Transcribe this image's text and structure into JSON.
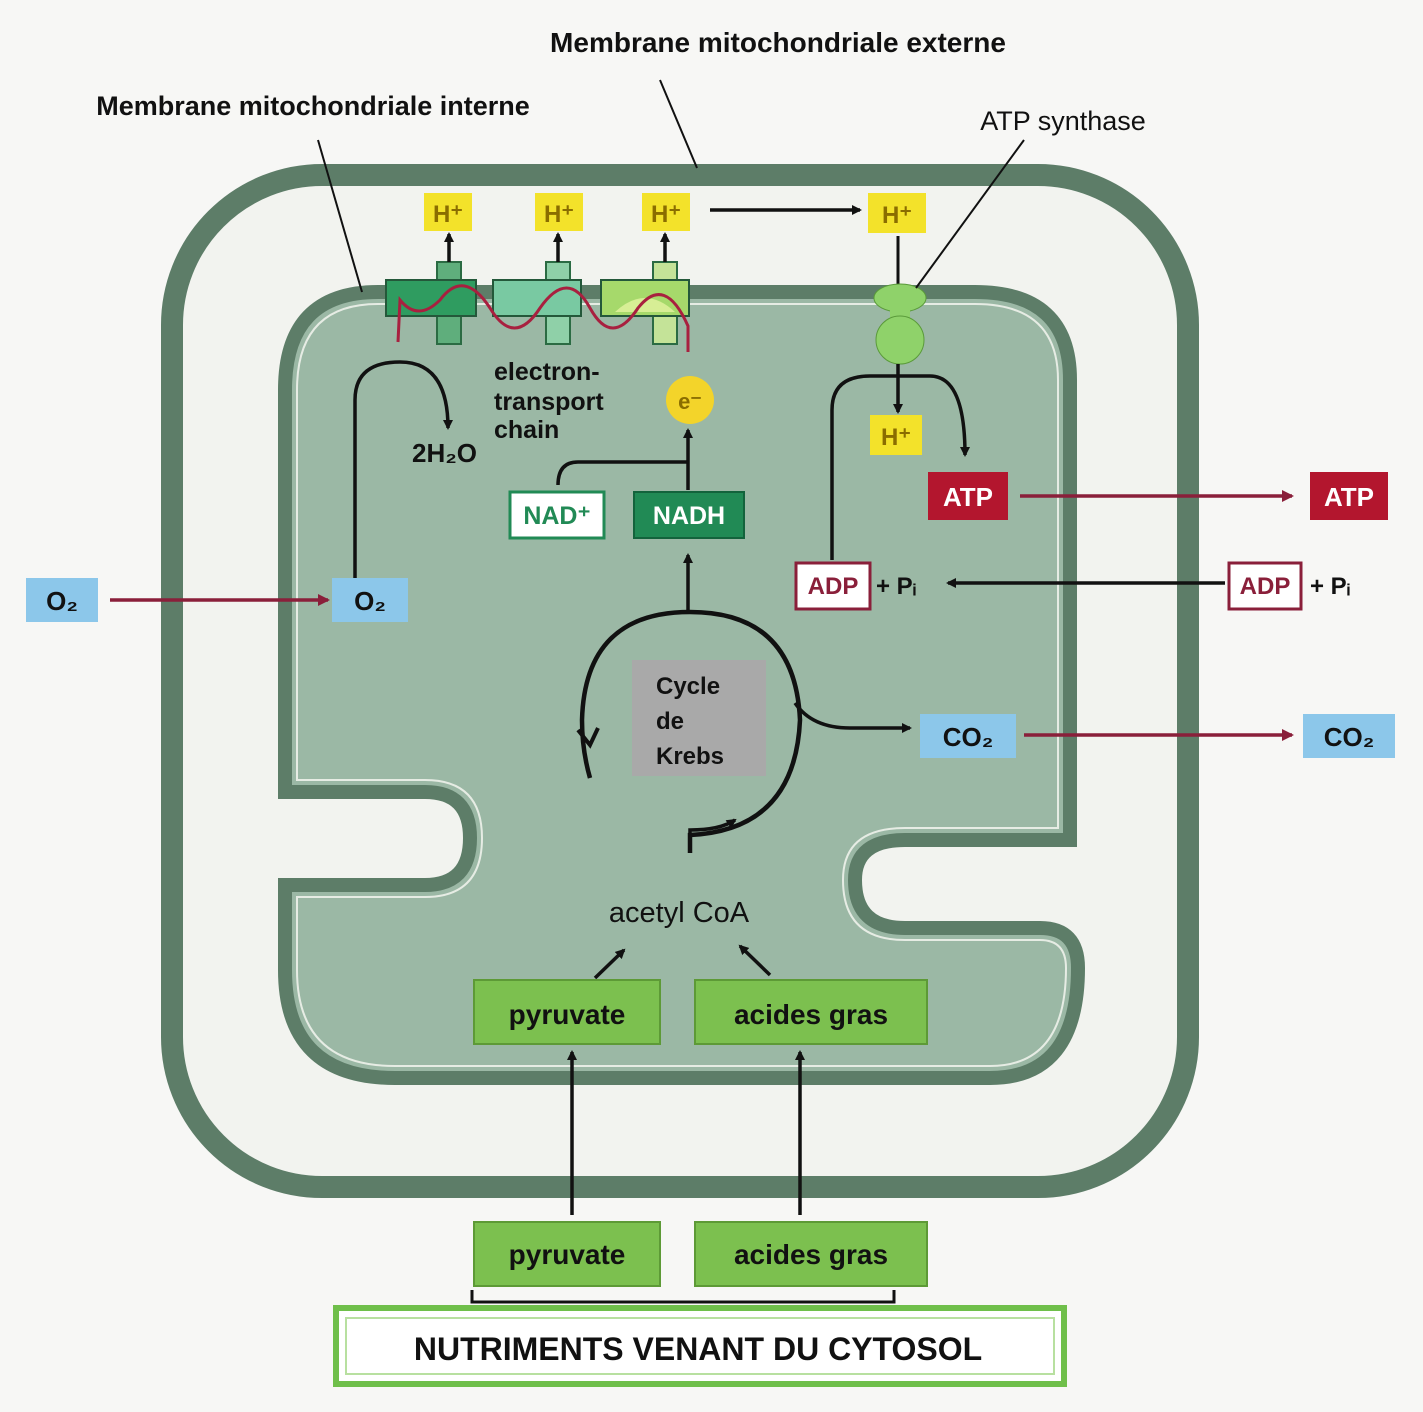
{
  "labels": {
    "outer_membrane": "Membrane mitochondriale externe",
    "inner_membrane": "Membrane mitochondriale interne",
    "atp_synthase": "ATP synthase",
    "etc_line1": "electron-",
    "etc_line2": "transport",
    "etc_line3": "chain",
    "water": "2H₂O",
    "electron": "e⁻",
    "krebs_line1": "Cycle",
    "krebs_line2": "de",
    "krebs_line3": "Krebs",
    "acetyl_coa": "acetyl CoA",
    "nutrients": "NUTRIMENTS VENANT DU CYTOSOL"
  },
  "molecules": {
    "h_plus": "H⁺",
    "nad": "NAD⁺",
    "nadh": "NADH",
    "atp": "ATP",
    "adp": "ADP",
    "pi": "+ Pᵢ",
    "o2": "O₂",
    "co2": "CO₂",
    "pyruvate": "pyruvate",
    "fatty_acids": "acides gras"
  },
  "colors": {
    "membrane": "#5d7d68",
    "intermembrane": "#f2f3ef",
    "matrix": "#9bb8a5",
    "h_plus": "#f3e22a",
    "atp_red": "#b3162e",
    "arrow_red": "#8a1f3a",
    "o2_blue": "#8cc7ea",
    "nutrient_green": "#7cc04f",
    "nadh_green": "#218a55",
    "krebs_box": "#a9a9a9",
    "synthase": "#8fd26a"
  }
}
